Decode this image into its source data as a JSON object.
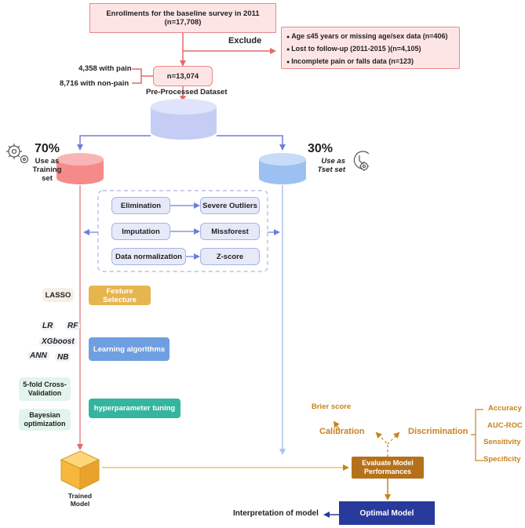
{
  "enroll": {
    "line1": "Enrollments for the baseline survey in 2011",
    "line2": "(n=17,708)"
  },
  "exclude": {
    "label": "Exclude",
    "items": [
      "Age ≤45 years  or missing age/sex data  (n=406)",
      "Lost to follow-up (2011-2015 )(n=4,105)",
      "Incomplete pain or falls data (n=123)"
    ]
  },
  "sample": {
    "total": "n=13,074",
    "pain": "4,358 with pain",
    "nonpain": "8,716  with non-pain"
  },
  "dataset": {
    "title": "Pre-Processed Dataset"
  },
  "split": {
    "train_pct": "70%",
    "train_line1": "Use as",
    "train_line2": "Training set",
    "test_pct": "30%",
    "test_line1": "Use as",
    "test_line2": "Tset set"
  },
  "preprocess": [
    {
      "step": "Elimination",
      "result": "Severe Outliers"
    },
    {
      "step": "Imputation",
      "result": "Missforest"
    },
    {
      "step": "Data normalization",
      "result": "Z-score"
    }
  ],
  "feature": {
    "method": "LASSO",
    "stage": "Festure Selecture"
  },
  "learning": {
    "algorithms": [
      "LR",
      "RF",
      "XGboost",
      "ANN",
      "NB"
    ],
    "stage": "Learning algorithms"
  },
  "tuning": {
    "cv_line1": "5-fold Cross-",
    "cv_line2": "Validation",
    "bo_line1": "Bayesian",
    "bo_line2": "optimization",
    "stage": "hyperparameter tuning"
  },
  "trained": {
    "line1": "Trained",
    "line2": "Model"
  },
  "evaluate": {
    "line1": "Evaluate Model",
    "line2": "Performances"
  },
  "calibration": {
    "label": "Calibration",
    "brier": "Brier score"
  },
  "discrimination": {
    "label": "Discrimination",
    "metrics": [
      "Accuracy",
      "AUC-ROC",
      "Sensitivity",
      "Specificity"
    ]
  },
  "optimal": {
    "label": "Optimal Model"
  },
  "interpretation": {
    "label": "Interpretation of model"
  },
  "colors": {
    "red": "#e88a8a",
    "red_fill": "#fde5e5",
    "blue": "#6f7fd8",
    "light_blue": "#a9c3f0",
    "orange": "#c8831d",
    "navy": "#283a9b",
    "feature": "#e6b54e",
    "learning": "#6f9fe0",
    "tuning": "#35b5a0"
  },
  "icons": [
    "gear-icon",
    "clock-gear-icon",
    "cube-icon",
    "database-icon"
  ]
}
